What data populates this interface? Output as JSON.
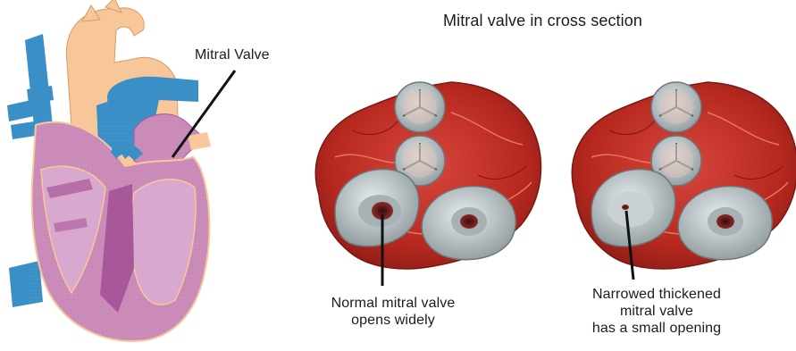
{
  "diagram": {
    "title": "Mitral valve in cross section",
    "heart_label": "Mitral Valve",
    "normal_label_line1": "Normal mitral valve",
    "normal_label_line2": "opens widely",
    "narrow_label_line1": "Narrowed thickened",
    "narrow_label_line2": "mitral valve",
    "narrow_label_line3": "has a small opening"
  },
  "colors": {
    "heart_muscle": "#c98ab8",
    "heart_muscle_dark": "#a8579a",
    "heart_inner": "#d9a8cf",
    "aorta": "#f7c79a",
    "vessel_blue": "#3a8fc6",
    "cross_section_red": "#c4302a",
    "valve_grey": "#bfc7c9",
    "leader_line": "#111111"
  }
}
